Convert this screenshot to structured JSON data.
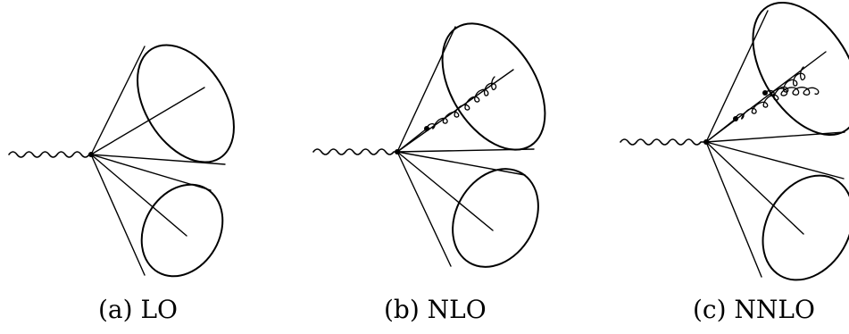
{
  "panels": [
    {
      "id": "a",
      "caption": "(a) LO"
    },
    {
      "id": "b",
      "caption": "(b) NLO"
    },
    {
      "id": "c",
      "caption": "(c) NNLO"
    }
  ],
  "colors": {
    "stroke": "#000000",
    "background": "#ffffff"
  }
}
